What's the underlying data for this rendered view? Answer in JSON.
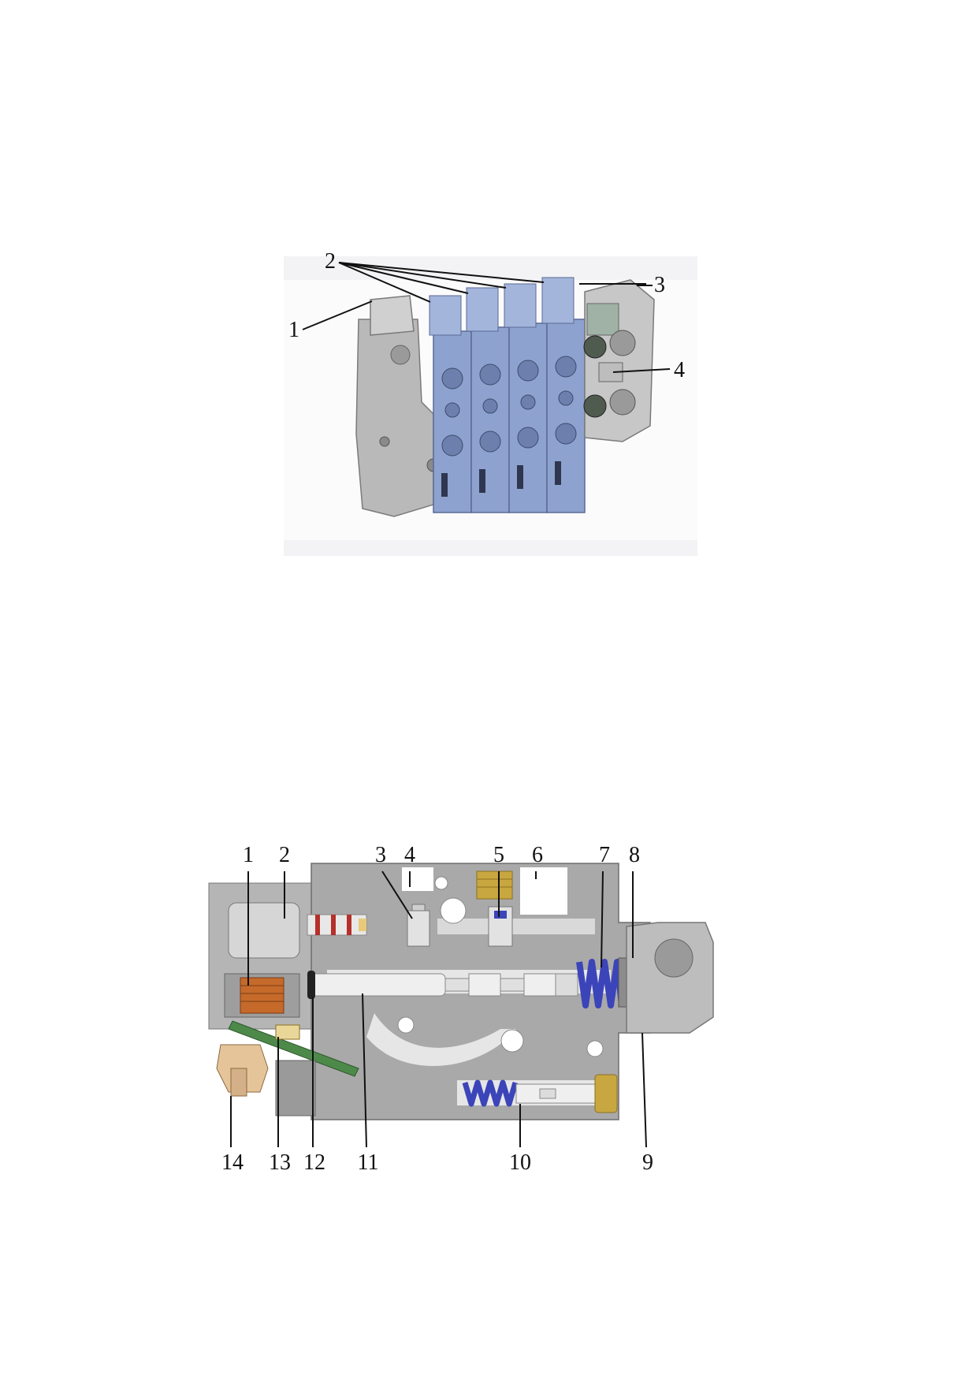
{
  "figures": [
    {
      "id": "valve-block",
      "callouts": [
        "1",
        "2",
        "3",
        "4"
      ]
    },
    {
      "id": "cross-section",
      "callouts": [
        "1",
        "2",
        "3",
        "4",
        "5",
        "6",
        "7",
        "8",
        "9",
        "10",
        "11",
        "12",
        "13",
        "14"
      ]
    }
  ],
  "colors": {
    "valve_body": "#8ea2cf",
    "valve_body_dark": "#6d80ad",
    "housing_gray": "#a9a9a9",
    "housing_light": "#cfcfcf",
    "cavity": "#ffffff",
    "spring_blue": "#3b44b8",
    "coil_copper": "#c56a2a",
    "brass": "#c9a740",
    "pcb_green": "#4d8a4a",
    "line": "#111111"
  }
}
